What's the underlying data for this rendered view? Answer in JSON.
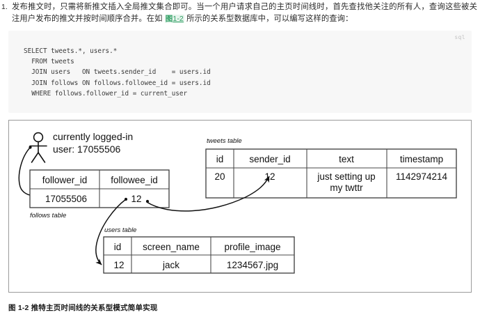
{
  "intro": {
    "number": "1.",
    "text_part1": "发布推文时，只需将新推文插入全局推文集合即可。当一个用户请求自己的主页时间线时，首先查找他关注的所有人，查询这些被关注用户发布的推文并按时间顺序合并。在如 ",
    "figure_ref_label": "图",
    "figure_ref_num": "1-2",
    "text_part2": " 所示的关系型数据库中，可以编写这样的查询："
  },
  "code": {
    "language": "sql",
    "content": "SELECT tweets.*, users.*\n  FROM tweets\n  JOIN users   ON tweets.sender_id    = users.id\n  JOIN follows ON follows.followee_id = users.id\n  WHERE follows.follower_id = current_user"
  },
  "diagram": {
    "user_annotation": {
      "line1": "currently logged-in",
      "line2": "user: 17055506"
    },
    "follows_table": {
      "caption": "follows table",
      "headers": [
        "follower_id",
        "followee_id"
      ],
      "rows": [
        [
          "17055506",
          "12"
        ]
      ]
    },
    "tweets_table": {
      "caption": "tweets table",
      "headers": [
        "id",
        "sender_id",
        "text",
        "timestamp"
      ],
      "rows": [
        [
          "20",
          "12",
          "just setting up\nmy twttr",
          "1142974214"
        ]
      ],
      "text_cell_line1": "just setting up",
      "text_cell_line2": "my twttr"
    },
    "users_table": {
      "caption": "users table",
      "headers": [
        "id",
        "screen_name",
        "profile_image"
      ],
      "rows": [
        [
          "12",
          "jack",
          "1234567.jpg"
        ]
      ]
    }
  },
  "figure_caption": {
    "label": "图 1-2",
    "text": "推特主页时间线的关系型模式简单实现",
    "full": "图 1-2 推特主页时间线的关系型模式简单实现"
  },
  "colors": {
    "code_bg": "#f7f7f7",
    "figure_ref": "#2f9e63",
    "frame_border": "#9a9a9a",
    "text": "#1a1a1a"
  }
}
